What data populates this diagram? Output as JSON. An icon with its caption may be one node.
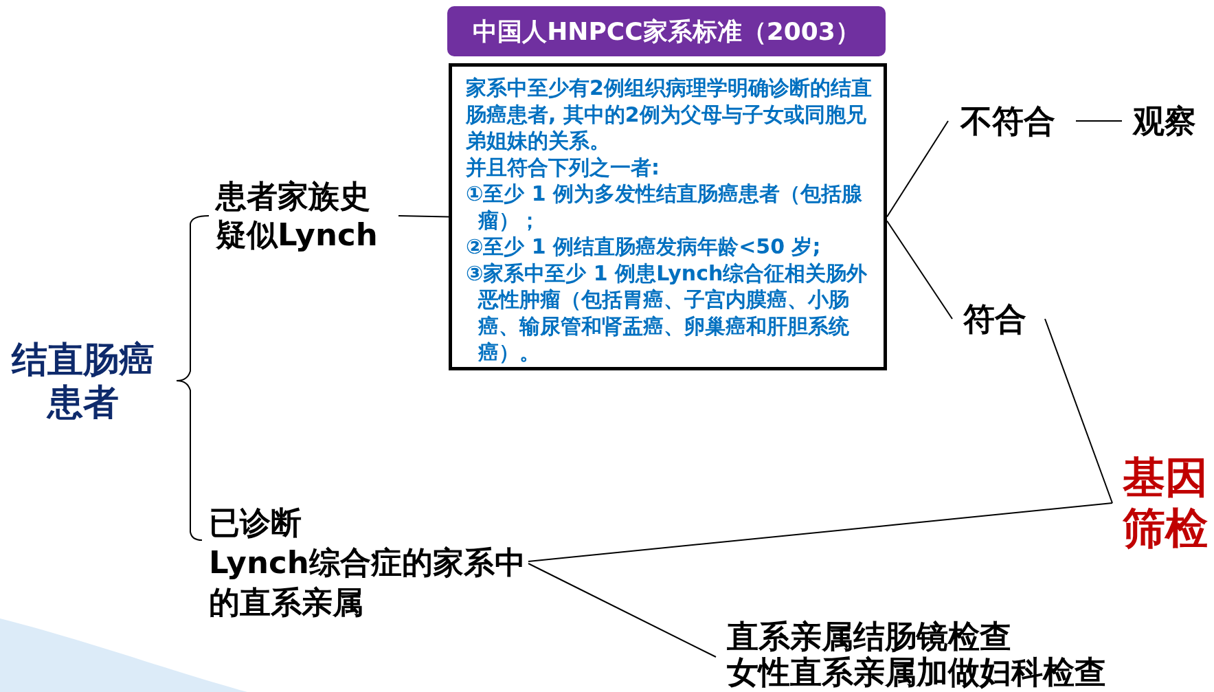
{
  "diagram": {
    "nodes": [
      {
        "text": [
          "结直肠癌患者"
        ]
      },
      {
        "text": [
          "患者家族史疑似Lynch"
        ]
      },
      {
        "text": [
          "已诊断Lynch综合症的家系中的直系亲属"
        ]
      },
      {
        "text": [
          "中国人HNPCC家系标准（2003）"
        ]
      },
      {
        "text": [
          "家系中至少有2例组织病理学明确诊断的结直肠癌患者, 其中的2例为父母与子女或同胞兄弟姐妹的关系。",
          "并且符合下列之一者:",
          "①至少 1 例为多发性结直肠癌患者（包括腺瘤）；",
          "②至少 1 例结直肠癌发病年龄<50 岁;",
          "③家系中至少 1 例患Lynch综合征相关肠外恶性肿瘤（包括胃癌、子宫内膜癌、小肠癌、输尿管和肾盂癌、卵巢癌和肝胆系统癌）。"
        ]
      },
      {
        "text": [
          "不符合"
        ]
      },
      {
        "text": [
          "观察"
        ]
      },
      {
        "text": [
          "符合"
        ]
      },
      {
        "text": [
          "基因筛检"
        ]
      },
      {
        "text": [
          "直系亲属结肠镜检查",
          "女性直系亲属加做妇科检查"
        ]
      }
    ],
    "edges": [
      {
        "from": 0,
        "to": 1,
        "arrow": "none"
      },
      {
        "from": 0,
        "to": 2,
        "arrow": "none"
      },
      {
        "from": 1,
        "to": 4,
        "arrow": "none"
      },
      {
        "from": 4,
        "to": 5,
        "arrow": "none"
      },
      {
        "from": 4,
        "to": 7,
        "arrow": "none"
      },
      {
        "from": 5,
        "to": 6,
        "arrow": "none"
      },
      {
        "from": 7,
        "to": 8,
        "arrow": "none"
      },
      {
        "from": 2,
        "to": 8,
        "arrow": "none"
      },
      {
        "from": 2,
        "to": 9,
        "arrow": "none"
      }
    ]
  }
}
